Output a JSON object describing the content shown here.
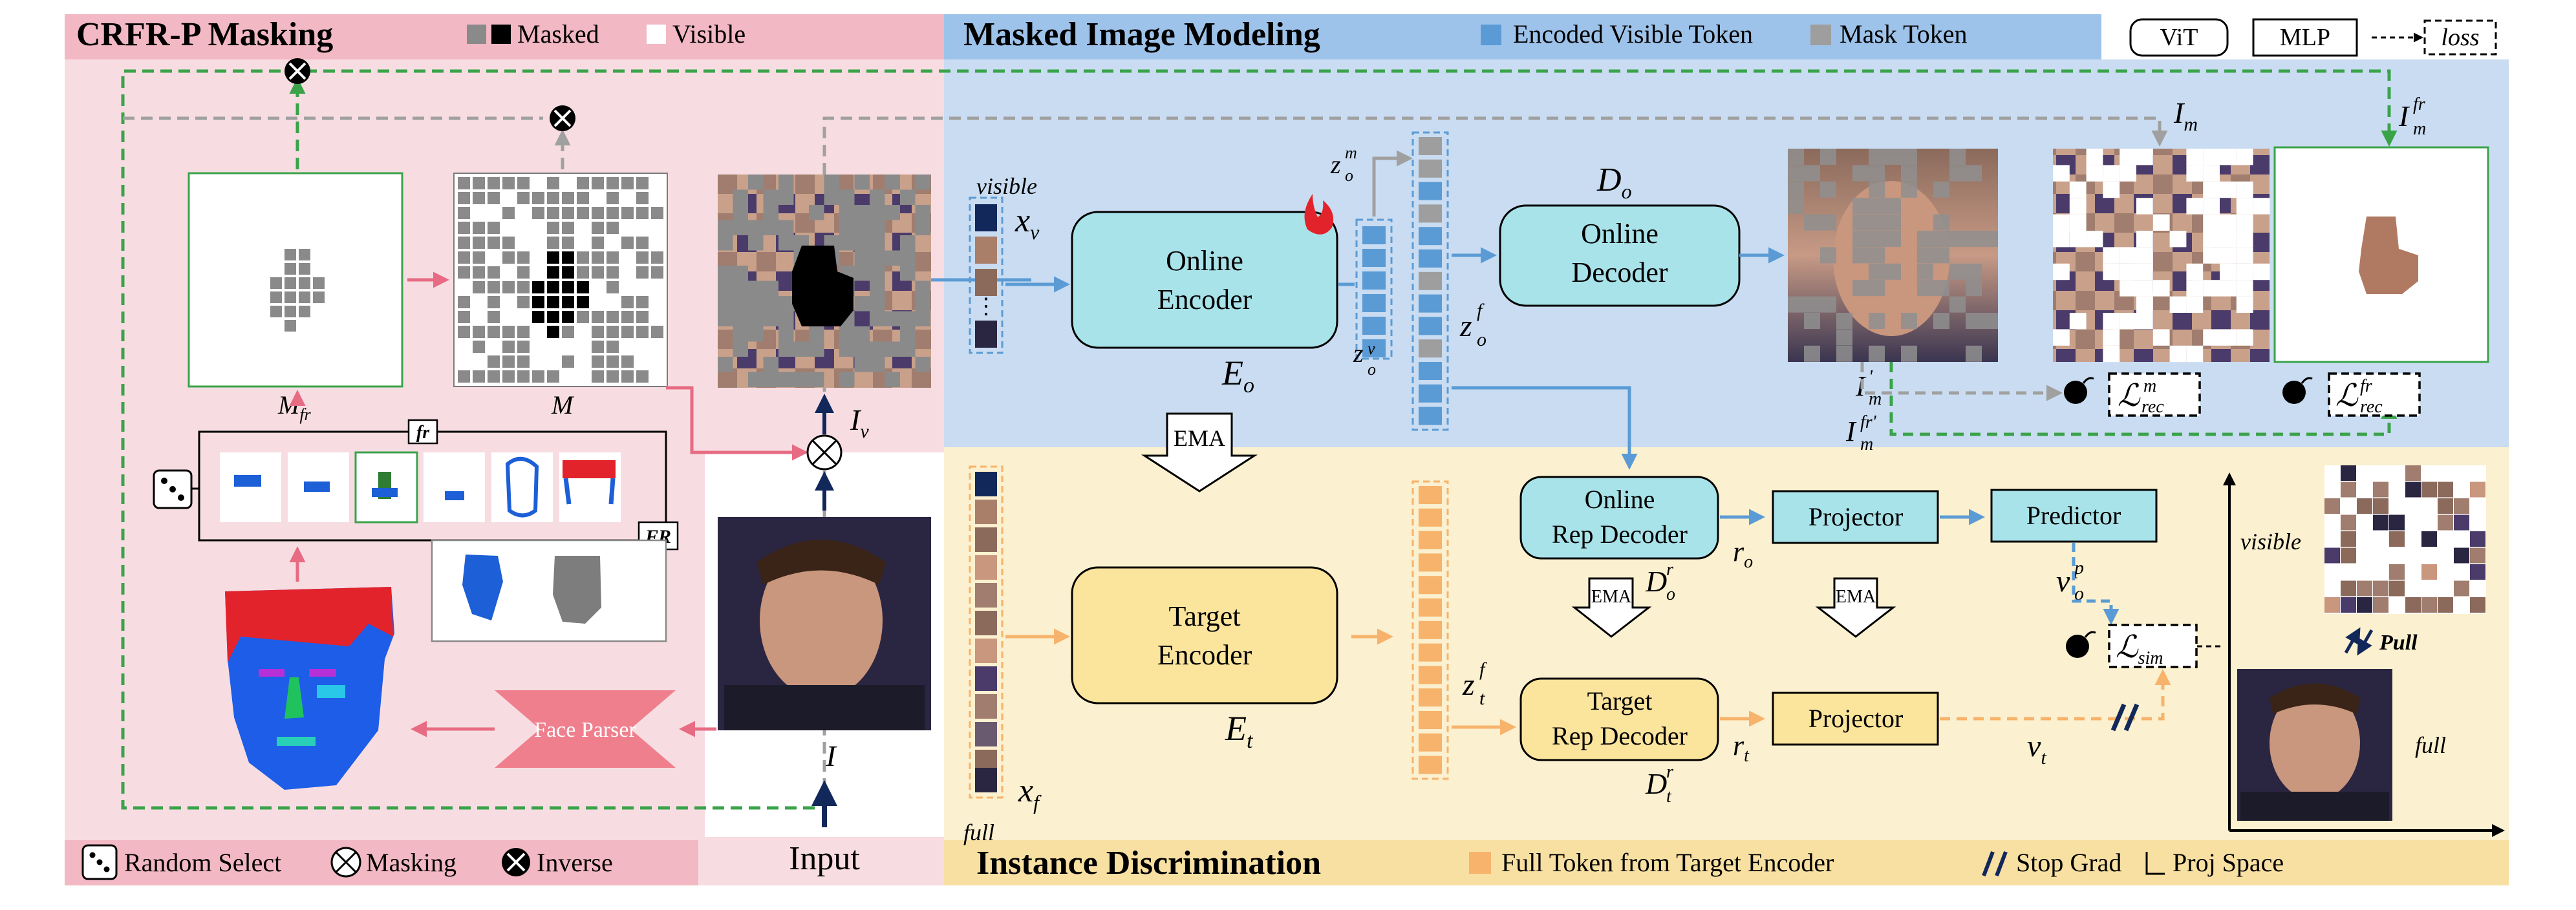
{
  "colors": {
    "pink_panel": "#f7dde2",
    "pink_header": "#f2b8c3",
    "blue_panel": "#c9dcf1",
    "blue_header": "#9ec3ea",
    "yellow_panel": "#fbf0cf",
    "yellow_header": "#f8e0a2",
    "encoder_cyan": "#a9e3ea",
    "encoder_yellow": "#fbe49c",
    "token_blue": "#5b9bd5",
    "token_orange": "#f7b36b",
    "token_gray": "#9e9e9e",
    "arrow_pink": "#e76c83",
    "arrow_blue": "#5b9bd5",
    "arrow_orange": "#f7b36b",
    "arrow_green": "#3aa34a",
    "arrow_gray": "#a0a0a0",
    "face_parser": "#ef7f8d",
    "navy": "#12285a"
  },
  "masking": {
    "title": "CRFR-P Masking",
    "legend_masked": "Masked",
    "legend_visible": "Visible",
    "m_fr_label": "M",
    "m_fr_sub": "fr",
    "m_label": "M",
    "fr_small": "fr",
    "fr_big": "FR",
    "face_parser": "Face Parser",
    "iv_label": "I",
    "iv_sub": "v",
    "i_label": "I",
    "input_label": "Input",
    "bottom_random": "Random Select",
    "bottom_masking": "Masking",
    "bottom_inverse": "Inverse"
  },
  "mim": {
    "title": "Masked Image Modeling",
    "legend_encoded": "Encoded Visible Token",
    "legend_mask": "Mask Token",
    "legend_vit": "ViT",
    "legend_mlp": "MLP",
    "legend_loss": "loss",
    "visible": "visible",
    "xv": "x",
    "xv_sub": "v",
    "online_encoder_1": "Online",
    "online_encoder_2": "Encoder",
    "eo": "E",
    "eo_sub": "o",
    "zm": "z",
    "zm_sup": "m",
    "zm_sub": "o",
    "zv": "z",
    "zv_sup": "v",
    "zv_sub": "o",
    "zf": "z",
    "zf_sup": "f",
    "zf_sub": "o",
    "do": "D",
    "do_sub": "o",
    "online_decoder_1": "Online",
    "online_decoder_2": "Decoder",
    "im": "I",
    "im_sub": "m",
    "im_fr": "I",
    "im_fr_sub": "m",
    "im_fr_sup": "fr",
    "im_prime": "I",
    "im_prime_sub": "m",
    "im_prime_sup": "'",
    "im_frp": "I",
    "im_frp_sub": "m",
    "im_frp_sup": "fr'",
    "lrec_m": "ℒ",
    "lrec_m_sup": "m",
    "lrec_m_sub": "rec",
    "lrec_fr": "ℒ",
    "lrec_fr_sup": "fr",
    "lrec_fr_sub": "rec",
    "ema": "EMA"
  },
  "id": {
    "title": "Instance Discrimination",
    "legend_full": "Full Token from Target Encoder",
    "legend_stop": "Stop Grad",
    "legend_proj": "Proj Space",
    "full": "full",
    "xf": "x",
    "xf_sub": "f",
    "target_encoder_1": "Target",
    "target_encoder_2": "Encoder",
    "et": "E",
    "et_sub": "t",
    "online_rep_1": "Online",
    "online_rep_2": "Rep Decoder",
    "dro": "D",
    "dro_sup": "r",
    "dro_sub": "o",
    "ro": "r",
    "ro_sub": "o",
    "projector": "Projector",
    "predictor": "Predictor",
    "vpo": "v",
    "vpo_sup": "p",
    "vpo_sub": "o",
    "zft": "z",
    "zft_sup": "f",
    "zft_sub": "t",
    "target_rep_1": "Target",
    "target_rep_2": "Rep Decoder",
    "drt": "D",
    "drt_sup": "r",
    "drt_sub": "t",
    "rt": "r",
    "rt_sub": "t",
    "vt": "v",
    "vt_sub": "t",
    "lsim": "ℒ",
    "lsim_sub": "sim",
    "ema": "EMA",
    "proj_visible": "visible",
    "proj_full": "full",
    "pull": "Pull"
  }
}
